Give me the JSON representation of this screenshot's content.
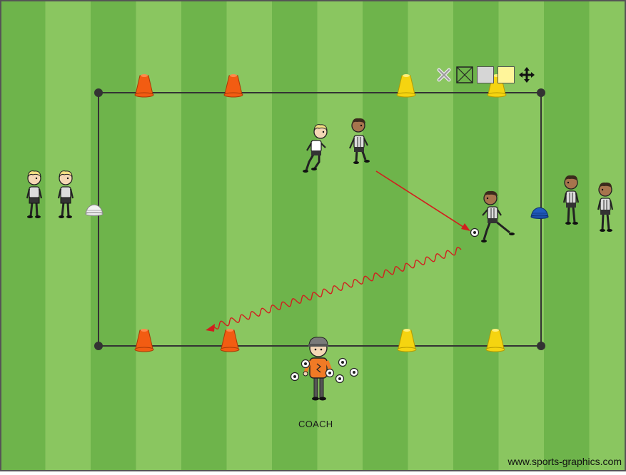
{
  "labels": {
    "coach": "COACH",
    "watermark": "www.sports-graphics.com"
  },
  "toolbar": {
    "items": [
      {
        "name": "delete-icon"
      },
      {
        "name": "box-crossed-icon"
      },
      {
        "name": "fill-grey-swatch",
        "color": "#d6d6d6"
      },
      {
        "name": "fill-yellow-swatch",
        "color": "#fff59a"
      },
      {
        "name": "move-icon"
      }
    ]
  },
  "colors": {
    "grass_light": "#8ac660",
    "grass_dark": "#6eb44b",
    "frame": "#555555",
    "field_line": "#333333",
    "cone_orange": "#f25c12",
    "cone_yellow": "#f5d410",
    "marker_white": "#f2f2f2",
    "marker_blue": "#1f5bbf",
    "arrow_red": "#d21e1e",
    "coach_shirt": "#f07a25",
    "kit": "#dcdcdc"
  }
}
